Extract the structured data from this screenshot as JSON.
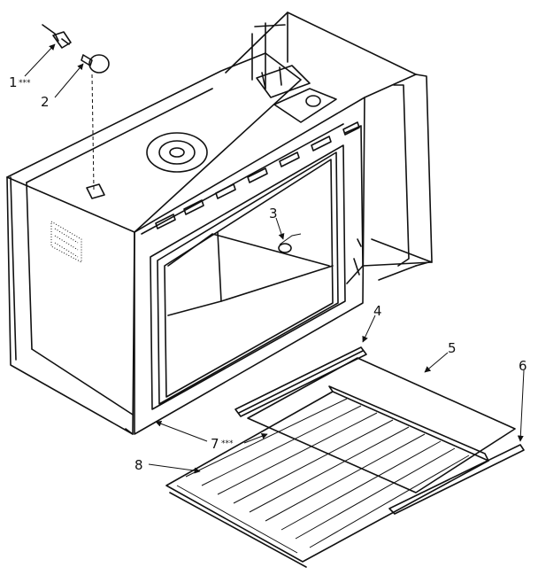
{
  "diagram": {
    "callouts": [
      {
        "id": "c1",
        "number": "1",
        "suffix": "***"
      },
      {
        "id": "c2",
        "number": "2",
        "suffix": ""
      },
      {
        "id": "c3",
        "number": "3",
        "suffix": ""
      },
      {
        "id": "c4",
        "number": "4",
        "suffix": ""
      },
      {
        "id": "c5",
        "number": "5",
        "suffix": ""
      },
      {
        "id": "c6",
        "number": "6",
        "suffix": ""
      },
      {
        "id": "c7",
        "number": "7",
        "suffix": "***"
      },
      {
        "id": "c8",
        "number": "8",
        "suffix": ""
      }
    ]
  }
}
